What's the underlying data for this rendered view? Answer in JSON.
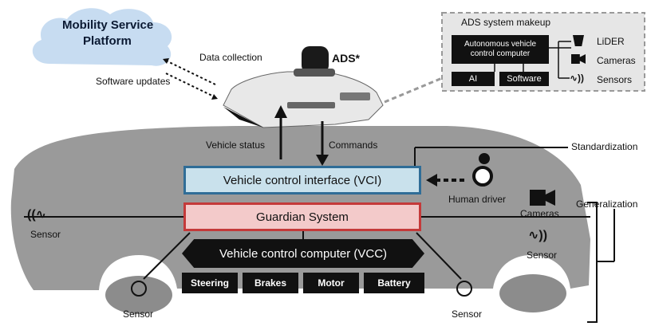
{
  "cloud": {
    "line1": "Mobility Service",
    "line2": "Platform"
  },
  "links": {
    "data_collection": "Data collection",
    "software_updates": "Software updates"
  },
  "ads": {
    "label": "ADS*"
  },
  "ads_makeup": {
    "title": "ADS system makeup",
    "computer_line1": "Autonomous vehicle",
    "computer_line2": "control computer",
    "ai": "AI",
    "software": "Software",
    "lider": "LiDER",
    "cameras": "Cameras",
    "sensors": "Sensors"
  },
  "arrows": {
    "vehicle_status": "Vehicle status",
    "commands": "Commands"
  },
  "vci": "Vehicle control interface (VCI)",
  "guardian": "Guardian System",
  "vcc": "Vehicle control computer (VCC)",
  "vcc_parts": [
    "Steering",
    "Brakes",
    "Motor",
    "Battery"
  ],
  "human_driver": "Human driver",
  "standardization": "Standardization",
  "generalization": "Generalization",
  "sensors": {
    "left_mid": "Sensor",
    "right_camera": "Cameras",
    "right_mid": "Sensor",
    "bottom_left": "Sensor",
    "bottom_right": "Sensor"
  }
}
